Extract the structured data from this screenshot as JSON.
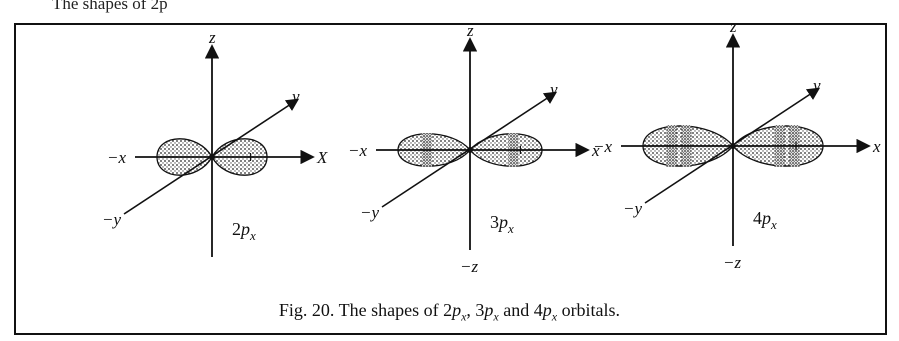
{
  "page": {
    "top_caption": "The shapes of  2p",
    "caption_prefix": "Fig. 20. The shapes of ",
    "caption_parts": [
      {
        "n": "2",
        "p": "p",
        "sub": "x",
        "sep": ", "
      },
      {
        "n": "3",
        "p": "p",
        "sub": "x",
        "sep": " and "
      },
      {
        "n": "4",
        "p": "p",
        "sub": "x",
        "sep": " orbitals."
      }
    ]
  },
  "diagrams": [
    {
      "id": "2px",
      "label_num": "2",
      "label_p": "p",
      "label_sub": "x",
      "nodes": 0,
      "axes": {
        "z": "z",
        "neg_z": "",
        "y": "y",
        "neg_y": "−y",
        "x": "X",
        "neg_x": "−x"
      }
    },
    {
      "id": "3px",
      "label_num": "3",
      "label_p": "p",
      "label_sub": "x",
      "nodes": 1,
      "axes": {
        "z": "z",
        "neg_z": "−z",
        "y": "y",
        "neg_y": "−y",
        "x": "x",
        "neg_x": "−x"
      }
    },
    {
      "id": "4px",
      "label_num": "4",
      "label_p": "p",
      "label_sub": "x",
      "nodes": 2,
      "axes": {
        "z": "z",
        "neg_z": "−z",
        "y": "y",
        "neg_y": "−y",
        "x": "x",
        "neg_x": "−x"
      }
    }
  ],
  "colors": {
    "ink": "#111111",
    "stipple": "#3a3a3a"
  }
}
